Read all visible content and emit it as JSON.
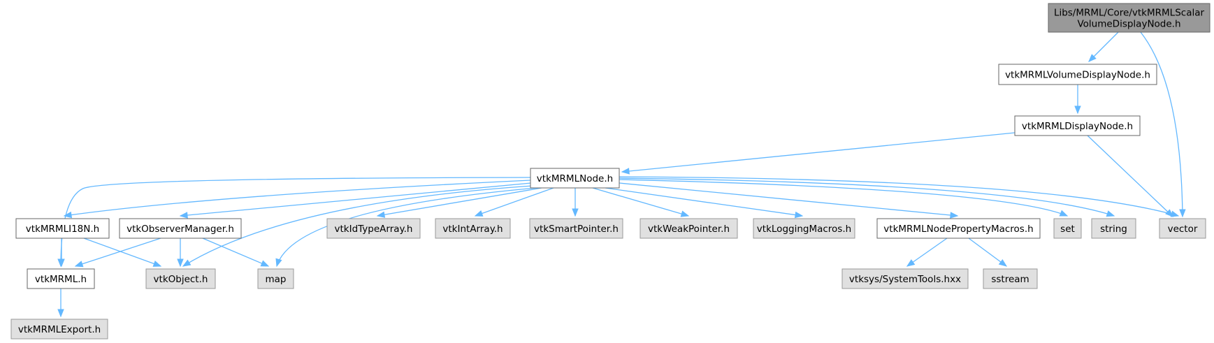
{
  "graph": {
    "colors": {
      "root_fill": "#999999",
      "documented_fill": "#ffffff",
      "external_fill": "#e0e0e0",
      "edge": "#63b8ff"
    },
    "nodes": [
      {
        "id": "root",
        "kind": "root",
        "lines": [
          "Libs/MRML/Core/vtkMRMLScalar",
          "VolumeDisplayNode.h"
        ]
      },
      {
        "id": "volumedisplay",
        "kind": "doc",
        "lines": [
          "vtkMRMLVolumeDisplayNode.h"
        ]
      },
      {
        "id": "display",
        "kind": "doc",
        "lines": [
          "vtkMRMLDisplayNode.h"
        ]
      },
      {
        "id": "mrmlnode",
        "kind": "doc",
        "lines": [
          "vtkMRMLNode.h"
        ]
      },
      {
        "id": "i18n",
        "kind": "doc",
        "lines": [
          "vtkMRMLI18N.h"
        ]
      },
      {
        "id": "observer",
        "kind": "doc",
        "lines": [
          "vtkObserverManager.h"
        ]
      },
      {
        "id": "idtype",
        "kind": "ext",
        "lines": [
          "vtkIdTypeArray.h"
        ]
      },
      {
        "id": "intarray",
        "kind": "ext",
        "lines": [
          "vtkIntArray.h"
        ]
      },
      {
        "id": "smartptr",
        "kind": "ext",
        "lines": [
          "vtkSmartPointer.h"
        ]
      },
      {
        "id": "weakptr",
        "kind": "ext",
        "lines": [
          "vtkWeakPointer.h"
        ]
      },
      {
        "id": "logging",
        "kind": "ext",
        "lines": [
          "vtkLoggingMacros.h"
        ]
      },
      {
        "id": "propmacros",
        "kind": "doc",
        "lines": [
          "vtkMRMLNodePropertyMacros.h"
        ]
      },
      {
        "id": "set",
        "kind": "ext",
        "lines": [
          "set"
        ]
      },
      {
        "id": "string",
        "kind": "ext",
        "lines": [
          "string"
        ]
      },
      {
        "id": "vector",
        "kind": "ext",
        "lines": [
          "vector"
        ]
      },
      {
        "id": "mrml",
        "kind": "doc",
        "lines": [
          "vtkMRML.h"
        ]
      },
      {
        "id": "vtkobject",
        "kind": "ext",
        "lines": [
          "vtkObject.h"
        ]
      },
      {
        "id": "map",
        "kind": "ext",
        "lines": [
          "map"
        ]
      },
      {
        "id": "systemtools",
        "kind": "ext",
        "lines": [
          "vtksys/SystemTools.hxx"
        ]
      },
      {
        "id": "sstream",
        "kind": "ext",
        "lines": [
          "sstream"
        ]
      },
      {
        "id": "export",
        "kind": "ext",
        "lines": [
          "vtkMRMLExport.h"
        ]
      }
    ],
    "edges": [
      {
        "from": "root",
        "to": "volumedisplay"
      },
      {
        "from": "root",
        "to": "vector"
      },
      {
        "from": "volumedisplay",
        "to": "display"
      },
      {
        "from": "display",
        "to": "mrmlnode"
      },
      {
        "from": "display",
        "to": "vector"
      },
      {
        "from": "mrmlnode",
        "to": "mrml"
      },
      {
        "from": "mrmlnode",
        "to": "i18n"
      },
      {
        "from": "mrmlnode",
        "to": "observer"
      },
      {
        "from": "mrmlnode",
        "to": "vtkobject"
      },
      {
        "from": "mrmlnode",
        "to": "map"
      },
      {
        "from": "mrmlnode",
        "to": "idtype"
      },
      {
        "from": "mrmlnode",
        "to": "intarray"
      },
      {
        "from": "mrmlnode",
        "to": "smartptr"
      },
      {
        "from": "mrmlnode",
        "to": "weakptr"
      },
      {
        "from": "mrmlnode",
        "to": "logging"
      },
      {
        "from": "mrmlnode",
        "to": "propmacros"
      },
      {
        "from": "mrmlnode",
        "to": "set"
      },
      {
        "from": "mrmlnode",
        "to": "string"
      },
      {
        "from": "mrmlnode",
        "to": "vector"
      },
      {
        "from": "i18n",
        "to": "mrml"
      },
      {
        "from": "i18n",
        "to": "vtkobject"
      },
      {
        "from": "observer",
        "to": "mrml"
      },
      {
        "from": "observer",
        "to": "vtkobject"
      },
      {
        "from": "observer",
        "to": "map"
      },
      {
        "from": "propmacros",
        "to": "systemtools"
      },
      {
        "from": "propmacros",
        "to": "sstream"
      },
      {
        "from": "mrml",
        "to": "export"
      }
    ]
  }
}
